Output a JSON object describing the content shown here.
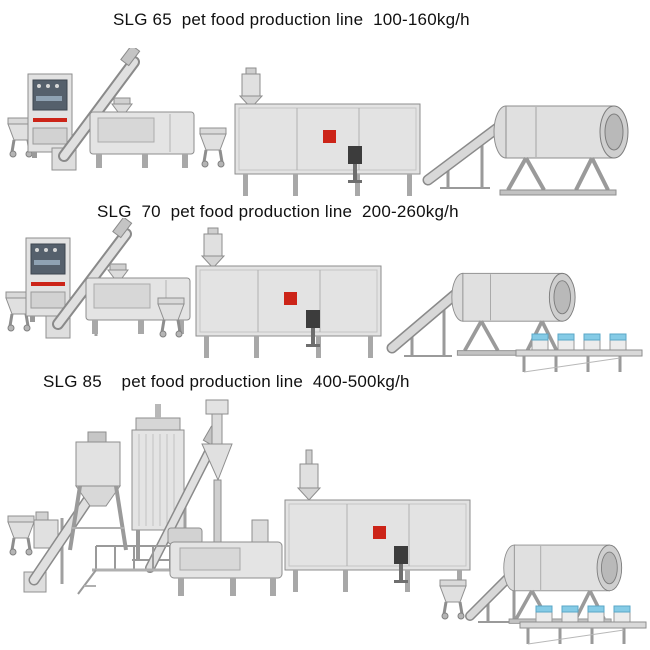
{
  "page": {
    "background": "#ffffff"
  },
  "colors": {
    "steel_light": "#e3e3e3",
    "steel_mid": "#cfcfcf",
    "steel_stroke": "#8e8e8e",
    "accent_red": "#cc2418",
    "panel_dark": "#55606c",
    "lid_blue": "#85cbe6"
  },
  "lines": [
    {
      "model": "SLG 65",
      "product": "pet food production line",
      "capacity": "100-160kg/h",
      "title": "SLG 65  pet food production line  100-160kg/h"
    },
    {
      "model": "SLG 70",
      "product": "pet food production line",
      "capacity": "200-260kg/h",
      "title": "SLG  70  pet food production line  200-260kg/h"
    },
    {
      "model": "SLG 85",
      "product": "pet food production line",
      "capacity": "400-500kg/h",
      "title": "SLG 85    pet food production line  400-500kg/h"
    }
  ]
}
